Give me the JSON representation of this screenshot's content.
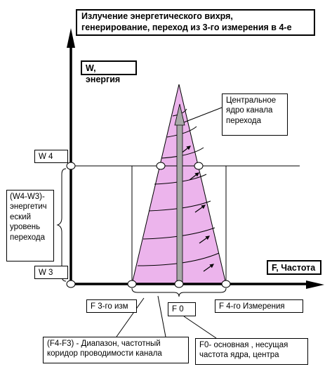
{
  "title": {
    "line1": "Излучение энергетического вихря,",
    "line2": "генерирование, переход   из 3-го измерения в 4-е"
  },
  "axes": {
    "w_label": "W, энергия",
    "f_label": "F, Частота"
  },
  "levels": {
    "w4": "W 4",
    "w3": "W 3"
  },
  "energy_range": {
    "line1": "(W4-W3)-",
    "line2": "энергетич",
    "line3": "еский",
    "line4": "уровень",
    "line5": "перехода"
  },
  "core_channel": {
    "line1": "Центральное",
    "line2": "ядро канала",
    "line3": "перехода"
  },
  "frequencies": {
    "f3": "F 3-го изм",
    "f0": "F 0",
    "f4": "F 4-го Измерения"
  },
  "frequency_range": {
    "line1": "(F4-F3) - Диапазон, частотный",
    "line2": "коридор проводимости канала"
  },
  "f0_description": {
    "line1": "F0- основная , несущая",
    "line2": "частота ядра, центра"
  },
  "colors": {
    "cone_fill": "#ecb4ec",
    "core_arrow": "#a8a8a8",
    "axis": "#000000"
  }
}
